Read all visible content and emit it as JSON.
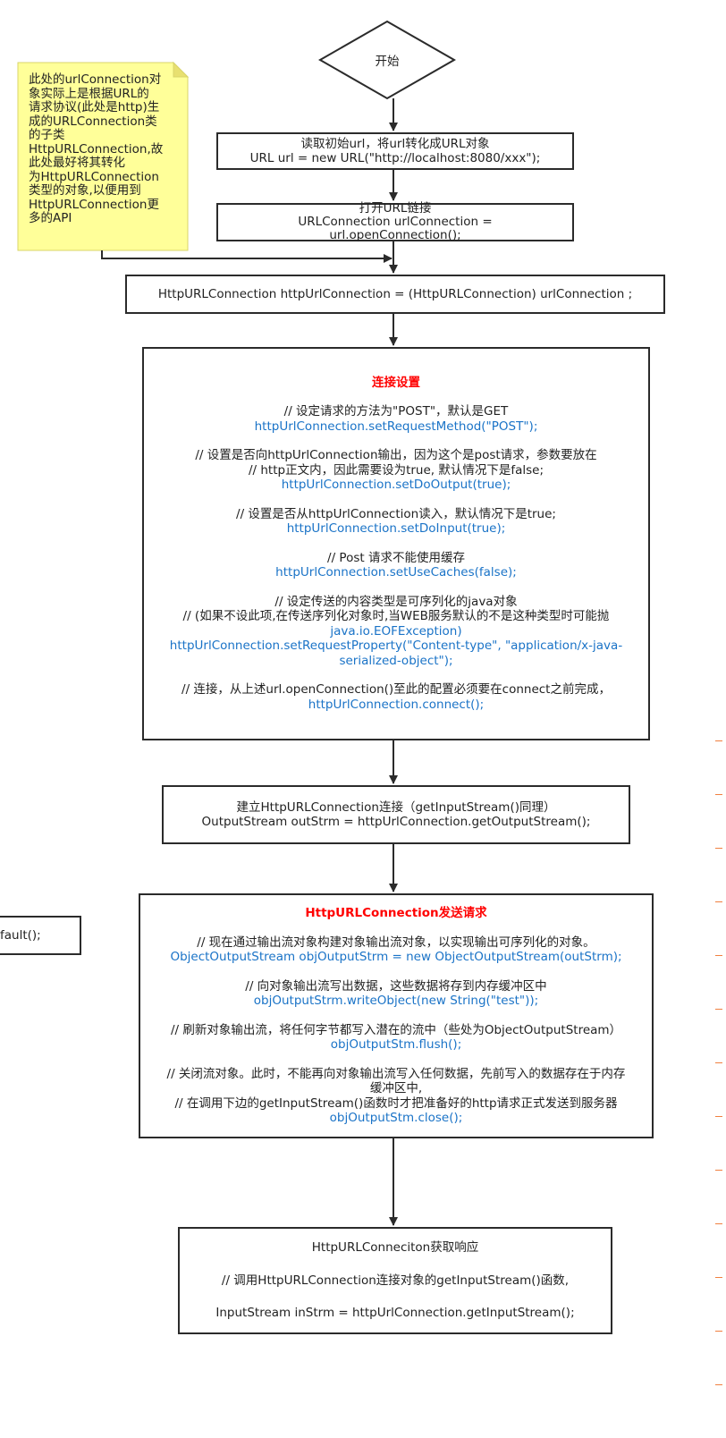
{
  "start_label": "开始",
  "note": {
    "lines": [
      " 此处的urlConnection对",
      "象实际上是根据URL的",
      "请求协议(此处是http)生",
      "成的URLConnection类",
      "的子类",
      "HttpURLConnection,故",
      "此处最好将其转化",
      "为HttpURLConnection",
      "类型的对象,以便用到",
      " HttpURLConnection更",
      "多的API"
    ]
  },
  "steps": {
    "read_url": {
      "lines": [
        "读取初始url，将url转化成URL对象",
        "URL url = new URL(\"http://localhost:8080/xxx\");"
      ]
    },
    "open_url": {
      "lines": [
        "打开URL链接",
        "URLConnection urlConnection =",
        "url.openConnection();"
      ]
    },
    "cast": {
      "text": "HttpURLConnection httpUrlConnection = (HttpURLConnection) urlConnection ;"
    },
    "settings": {
      "title": "连接设置",
      "c1": "// 设定请求的方法为\"POST\"，默认是GET",
      "k1": "httpUrlConnection.setRequestMethod(\"POST\");",
      "c2a": "// 设置是否向httpUrlConnection输出，因为这个是post请求，参数要放在",
      "c2b": "// http正文内，因此需要设为true, 默认情况下是false;",
      "k2": "httpUrlConnection.setDoOutput(true);",
      "c3": "// 设置是否从httpUrlConnection读入，默认情况下是true;",
      "k3": "httpUrlConnection.setDoInput(true);",
      "c4": "// Post 请求不能使用缓存",
      "k4": "httpUrlConnection.setUseCaches(false);",
      "c5a": "// 设定传送的内容类型是可序列化的java对象",
      "c5b": "// (如果不设此项,在传送序列化对象时,当WEB服务默认的不是这种类型时可能抛",
      "k5a": "java.io.EOFException)",
      "k5b": "httpUrlConnection.setRequestProperty(\"Content-type\", \"application/x-java-",
      "k5c": "serialized-object\");",
      "c6": "// 连接，从上述url.openConnection()至此的配置必须要在connect之前完成，",
      "k6": "httpUrlConnection.connect();"
    },
    "establish": {
      "lines": [
        "建立HttpURLConnection连接（getInputStream()同理）",
        "OutputStream outStrm = httpUrlConnection.getOutputStream();"
      ]
    },
    "send": {
      "title": "HttpURLConnection发送请求",
      "c1": "// 现在通过输出流对象构建对象输出流对象，以实现输出可序列化的对象。",
      "k1": "ObjectOutputStream objOutputStrm = new ObjectOutputStream(outStrm);",
      "c2": "// 向对象输出流写出数据，这些数据将存到内存缓冲区中",
      "k2": "objOutputStrm.writeObject(new String(\"test\"));",
      "c3": "// 刷新对象输出流，将任何字节都写入潜在的流中（些处为ObjectOutputStream）",
      "k3": "objOutputStm.flush();",
      "c4a": "// 关闭流对象。此时，不能再向对象输出流写入任何数据，先前写入的数据存在于内存",
      "c4b": "缓冲区中,",
      "c4c": "// 在调用下边的getInputStream()函数时才把准备好的http请求正式发送到服务器",
      "k4": "objOutputStm.close();"
    },
    "response": {
      "l1": "HttpURLConneciton获取响应",
      "l2": "// 调用HttpURLConnection连接对象的getInputStream()函数,",
      "l3": "InputStream inStrm = httpUrlConnection.getInputStream();"
    }
  },
  "partial_box_text": "fault();",
  "colors": {
    "title_red": "#ff0000",
    "code_blue": "#1a73c7",
    "note_fill": "#ffff99",
    "note_border": "#d8d46a"
  }
}
